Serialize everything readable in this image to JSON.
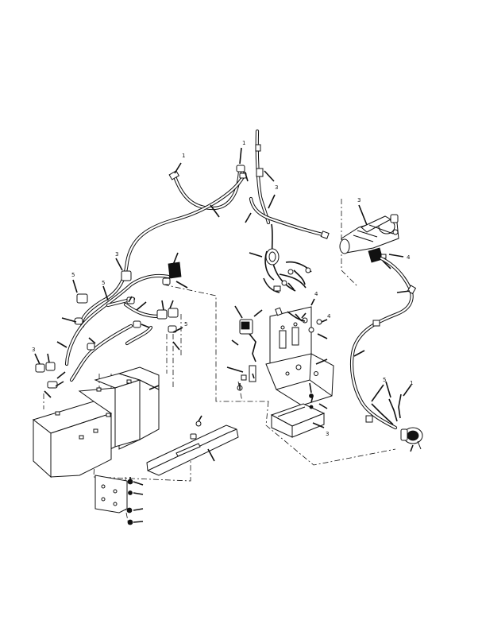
{
  "callouts": [
    {
      "id": "c1",
      "text": "1"
    },
    {
      "id": "c2",
      "text": "1"
    },
    {
      "id": "c3",
      "text": "3"
    },
    {
      "id": "c4",
      "text": "3"
    },
    {
      "id": "c5",
      "text": "4"
    },
    {
      "id": "c6",
      "text": "5"
    },
    {
      "id": "c7",
      "text": "1"
    },
    {
      "id": "c8",
      "text": "5"
    },
    {
      "id": "c9",
      "text": "3"
    },
    {
      "id": "c10",
      "text": "3"
    },
    {
      "id": "c11",
      "text": "5"
    },
    {
      "id": "c12",
      "text": "4"
    },
    {
      "id": "c13",
      "text": "4"
    },
    {
      "id": "c14",
      "text": "5"
    },
    {
      "id": "c15",
      "text": "3"
    }
  ]
}
